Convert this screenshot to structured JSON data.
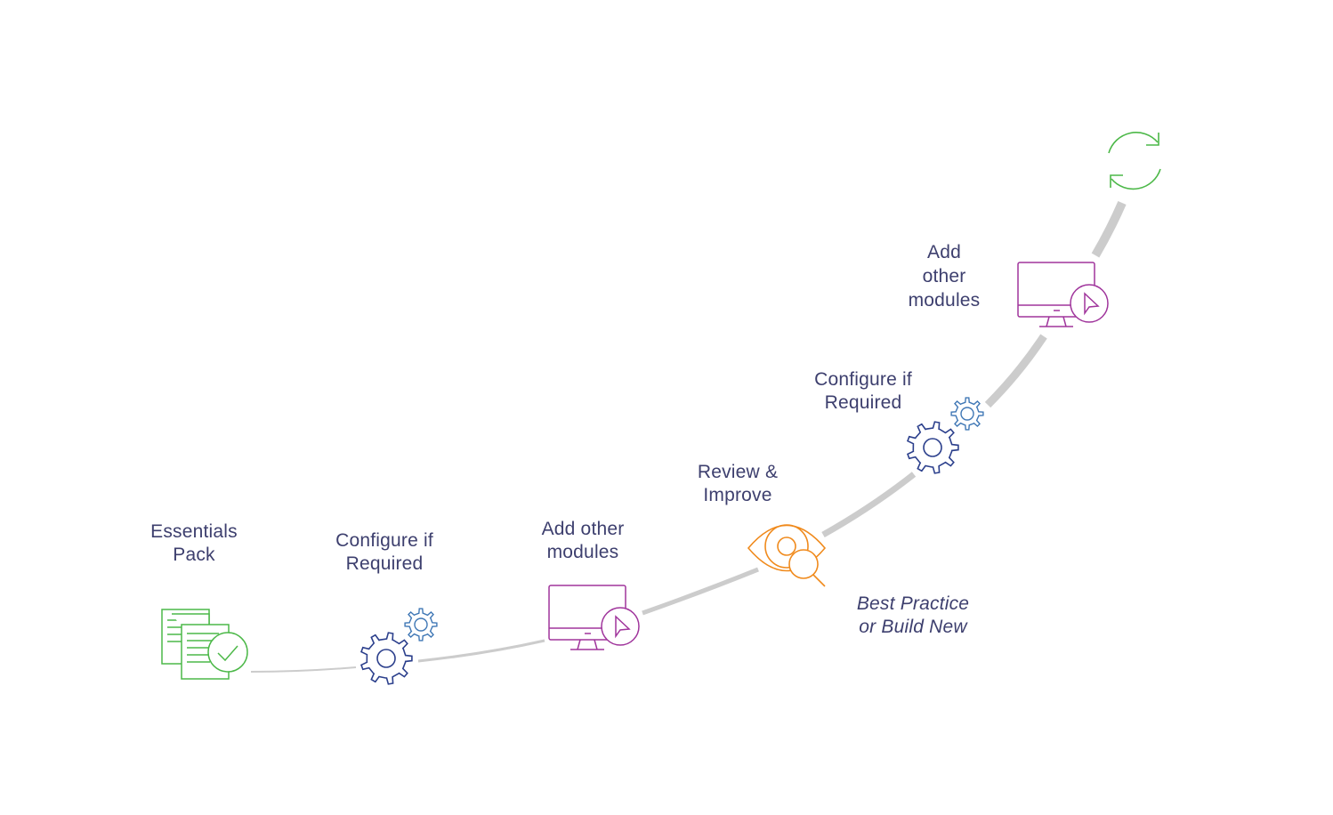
{
  "steps": [
    {
      "label_lines": [
        "Essentials",
        "Pack"
      ],
      "icon": "documents-check-icon",
      "color": "#4cb848"
    },
    {
      "label_lines": [
        "Configure if",
        "Required"
      ],
      "icon": "gears-icon",
      "color": "#2b3f8c"
    },
    {
      "label_lines": [
        "Add other",
        "modules"
      ],
      "icon": "monitor-cursor-icon",
      "color": "#a0359c"
    },
    {
      "label_lines": [
        "Review &",
        "Improve"
      ],
      "icon": "eye-magnifier-icon",
      "color": "#f08a1c"
    },
    {
      "label_lines": [
        "Configure if",
        "Required"
      ],
      "icon": "gears-icon",
      "color": "#2b3f8c"
    },
    {
      "label_lines": [
        "Add",
        "other",
        "modules"
      ],
      "icon": "monitor-cursor-icon",
      "color": "#a0359c"
    },
    {
      "label_lines": [],
      "icon": "refresh-cycle-icon",
      "color": "#4cb848"
    }
  ],
  "note_lines": [
    "Best Practice",
    "or Build New"
  ],
  "colors": {
    "path": "#cccccc",
    "label": "#3d3f6e",
    "gear_light": "#3f77b5"
  }
}
